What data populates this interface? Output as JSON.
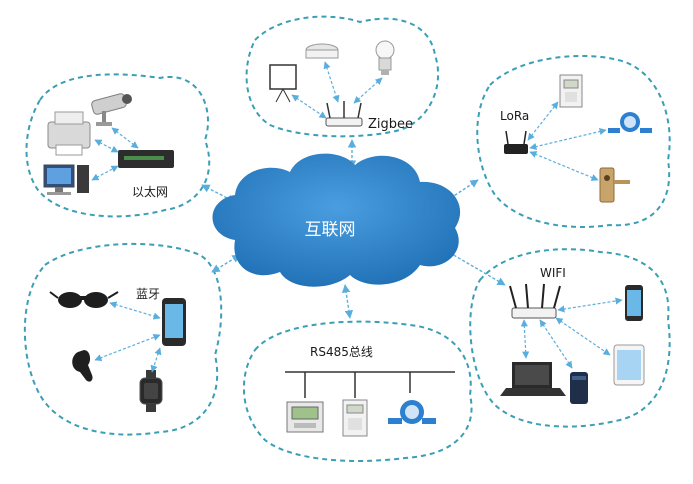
{
  "center": {
    "label": "互联网"
  },
  "groups": {
    "ethernet": {
      "label": "以太网"
    },
    "zigbee": {
      "label": "Zigbee"
    },
    "lora": {
      "label": "LoRa"
    },
    "bluetooth": {
      "label": "蓝牙"
    },
    "rs485": {
      "label": "RS485总线"
    },
    "wifi": {
      "label": "WIFI"
    }
  },
  "colors": {
    "cloud": "#2f83c9",
    "cloud_dark": "#1f6fb4",
    "dashed_border": "#3a9fb5",
    "arrow": "#5aaedd"
  },
  "icons": {
    "ethernet": [
      "printer-icon",
      "security-camera-icon",
      "desktop-computer-icon",
      "network-switch-icon"
    ],
    "zigbee": [
      "projector-screen-icon",
      "smoke-detector-icon",
      "smart-bulb-icon",
      "zigbee-router-icon"
    ],
    "lora": [
      "lora-gateway-icon",
      "electric-meter-icon",
      "water-meter-icon",
      "door-lock-icon"
    ],
    "bluetooth": [
      "vr-glasses-icon",
      "smartphone-icon",
      "bluetooth-headset-icon",
      "smartwatch-icon"
    ],
    "rs485": [
      "rs485-bus-line-icon",
      "power-meter-icon",
      "electric-meter-icon",
      "water-meter-icon"
    ],
    "wifi": [
      "wifi-router-icon",
      "smartphone-icon",
      "laptop-icon",
      "smart-speaker-icon",
      "tablet-icon"
    ]
  }
}
